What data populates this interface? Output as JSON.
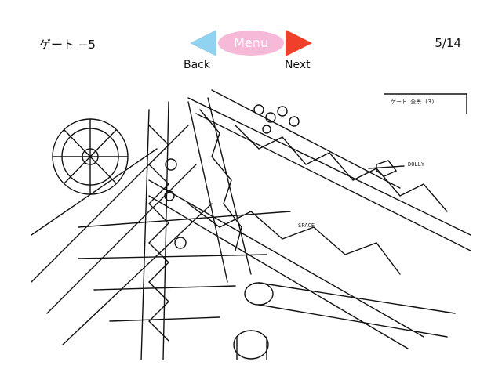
{
  "header": {
    "title": "ゲート −5",
    "page_counter": "5/14"
  },
  "nav": {
    "menu_label": "Menu",
    "back_label": "Back",
    "next_label": "Next"
  },
  "colors": {
    "back_arrow": "#8fd3f0",
    "menu_pill": "#f6b9d8",
    "next_arrow": "#f0402a"
  },
  "artwork": {
    "description_type": "line-art sketch",
    "notes": [
      "ゲート 全景 (3)",
      "DOLLY",
      "SPACE"
    ]
  }
}
